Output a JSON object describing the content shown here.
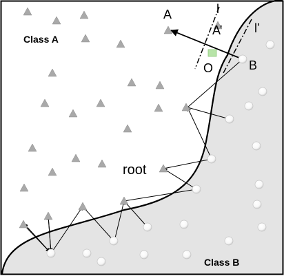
{
  "labels": {
    "class_a": "Class A",
    "class_b": "Class B",
    "root": "root",
    "a": "A",
    "a_prime": "A’",
    "b": "B",
    "o": "O",
    "l": "l",
    "l_prime": "l’"
  },
  "colors": {
    "class_b_region": "#e4e4e4",
    "triangle_fill": "#a9a9a9",
    "circle_fill": "#ffffff",
    "o_marker": "#b7e4a8",
    "boundary": "#000000"
  }
}
